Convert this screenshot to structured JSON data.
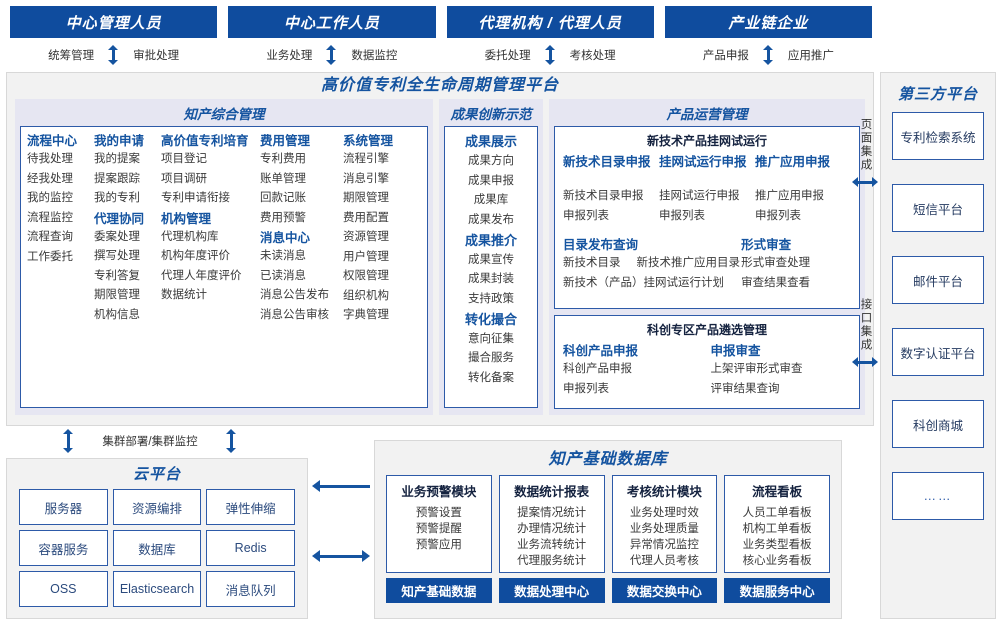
{
  "actors": [
    {
      "title": "中心管理人员",
      "left": "统筹管理",
      "right": "审批处理"
    },
    {
      "title": "中心工作人员",
      "left": "业务处理",
      "right": "数据监控"
    },
    {
      "title": "代理机构 / 代理人员",
      "left": "委托处理",
      "right": "考核处理"
    },
    {
      "title": "产业链企业",
      "left": "产品申报",
      "right": "应用推广"
    }
  ],
  "platform": {
    "title": "高价值专利全生命周期管理平台",
    "zhichan": {
      "title": "知产综合管理",
      "columns": [
        {
          "groups": [
            {
              "head": "流程中心",
              "items": [
                "待我处理",
                "经我处理",
                "我的监控",
                "流程监控",
                "流程查询",
                "工作委托"
              ]
            }
          ]
        },
        {
          "groups": [
            {
              "head": "我的申请",
              "items": [
                "我的提案",
                "提案跟踪",
                "我的专利"
              ]
            },
            {
              "head": "代理协同",
              "items": [
                "委案处理",
                "撰写处理",
                "专利答复",
                "期限管理",
                "机构信息"
              ]
            }
          ]
        },
        {
          "groups": [
            {
              "head": "高价值专利培育",
              "items": [
                "项目登记",
                "项目调研",
                "专利申请衔接"
              ]
            },
            {
              "head": "机构管理",
              "items": [
                "代理机构库",
                "机构年度评价",
                "代理人年度评价",
                "数据统计"
              ]
            }
          ]
        },
        {
          "groups": [
            {
              "head": "费用管理",
              "items": [
                "专利费用",
                "账单管理",
                "回款记账",
                "费用预警"
              ]
            },
            {
              "head": "消息中心",
              "items": [
                "未读消息",
                "已读消息",
                "消息公告发布",
                "消息公告审核"
              ]
            }
          ]
        },
        {
          "groups": [
            {
              "head": "系统管理",
              "items": [
                "流程引擎",
                "消息引擎",
                "期限管理",
                "费用配置",
                "资源管理",
                "用户管理",
                "权限管理",
                "组织机构",
                "字典管理"
              ]
            }
          ]
        }
      ]
    },
    "chengguo": {
      "title": "成果创新示范",
      "groups": [
        {
          "head": "成果展示",
          "items": [
            "成果方向",
            "成果申报",
            "成果库",
            "成果发布"
          ]
        },
        {
          "head": "成果推介",
          "items": [
            "成果宣传",
            "成果封装",
            "支持政策"
          ]
        },
        {
          "head": "转化撮合",
          "items": [
            "意向征集",
            "撮合服务",
            "转化备案"
          ]
        }
      ]
    },
    "chanpin": {
      "title": "产品运营管理",
      "card1": {
        "head": "新技术产品挂网试运行",
        "cols": [
          {
            "head": "新技术目录申报",
            "items": [
              "新技术目录申报",
              "申报列表"
            ]
          },
          {
            "head": "挂网试运行申报",
            "items": [
              "挂网试运行申报",
              "申报列表"
            ]
          },
          {
            "head": "推广应用申报",
            "items": [
              "推广应用申报",
              "申报列表"
            ]
          }
        ],
        "left2_head": "目录发布查询",
        "left2_row1a": "新技术目录",
        "left2_row1b": "新技术推广应用目录",
        "left2_row2": "新技术（产品）挂网试运行计划",
        "right2_head": "形式审查",
        "right2_items": [
          "形式审查处理",
          "审查结果查看"
        ]
      },
      "card2": {
        "head": "科创专区产品遴选管理",
        "cols": [
          {
            "head": "科创产品申报",
            "items": [
              "科创产品申报",
              "申报列表"
            ]
          },
          {
            "head": "申报审查",
            "items": [
              "上架评审形式审查",
              "评审结果查询"
            ]
          }
        ]
      }
    }
  },
  "integration": {
    "page": "页面集成",
    "api": "接口集成"
  },
  "third_party": {
    "title": "第三方平台",
    "items": [
      "专利检索系统",
      "短信平台",
      "邮件平台",
      "数字认证平台",
      "科创商城",
      "……"
    ]
  },
  "cluster_label": "集群部署/集群监控",
  "cloud": {
    "title": "云平台",
    "cells": [
      "服务器",
      "资源编排",
      "弹性伸缩",
      "容器服务",
      "数据库",
      "Redis",
      "OSS",
      "Elasticsearch",
      "消息队列"
    ]
  },
  "database": {
    "title": "知产基础数据库",
    "columns": [
      {
        "head": "业务预警模块",
        "items": [
          "预警设置",
          "预警提醒",
          "预警应用"
        ],
        "foot": "知产基础数据"
      },
      {
        "head": "数据统计报表",
        "items": [
          "提案情况统计",
          "办理情况统计",
          "业务流转统计",
          "代理服务统计"
        ],
        "foot": "数据处理中心"
      },
      {
        "head": "考核统计模块",
        "items": [
          "业务处理时效",
          "业务处理质量",
          "异常情况监控",
          "代理人员考核"
        ],
        "foot": "数据交换中心"
      },
      {
        "head": "流程看板",
        "items": [
          "人员工单看板",
          "机构工单看板",
          "业务类型看板",
          "核心业务看板"
        ],
        "foot": "数据服务中心"
      }
    ]
  },
  "colors": {
    "brand": "#0f4c9e",
    "accent": "#1554a0",
    "border": "#2d5aa8",
    "panel": "#f2f2f2",
    "section": "#e6e6f2"
  }
}
